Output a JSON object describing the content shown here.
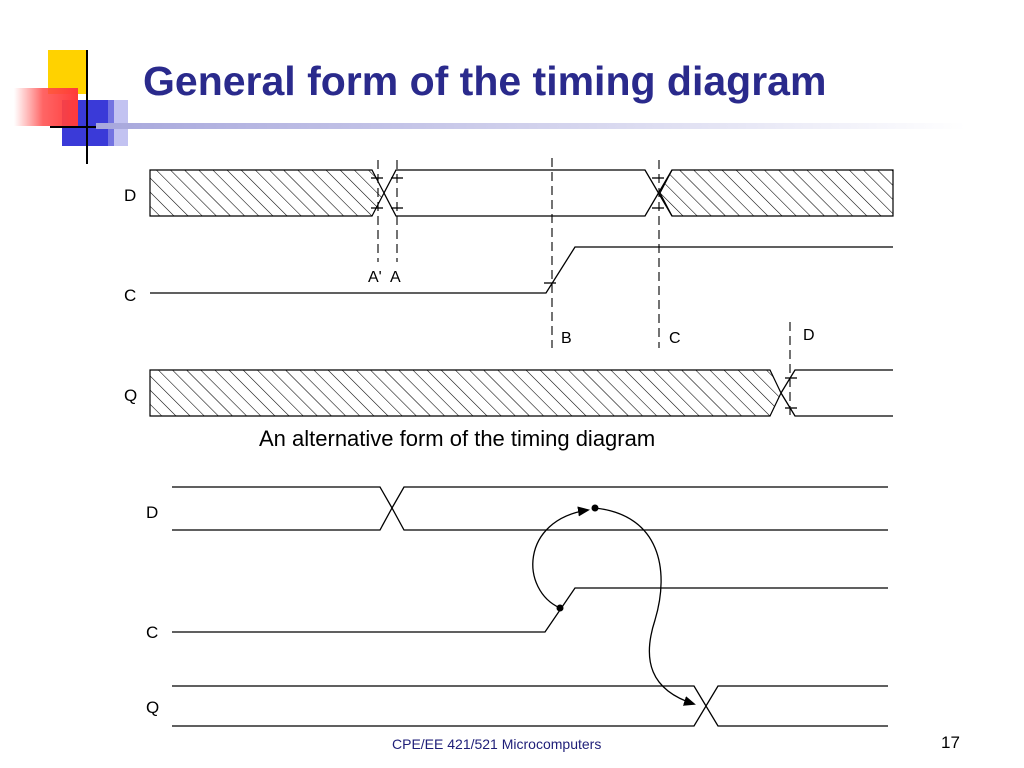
{
  "slide": {
    "title": "General form of the timing diagram",
    "alt_caption": "An alternative form of the timing diagram",
    "footer": "CPE/EE 421/521 Microcomputers",
    "page_number": "17"
  },
  "top_diagram": {
    "signals": [
      "D",
      "C",
      "Q"
    ],
    "markers": [
      "A'",
      "A",
      "B",
      "C",
      "D"
    ]
  },
  "bottom_diagram": {
    "signals": [
      "D",
      "C",
      "Q"
    ]
  },
  "colors": {
    "title": "#2a2a8c",
    "logo_yellow": "#ffd200",
    "logo_blue": "#3a3ad8",
    "logo_red": "#ff4a4a"
  }
}
